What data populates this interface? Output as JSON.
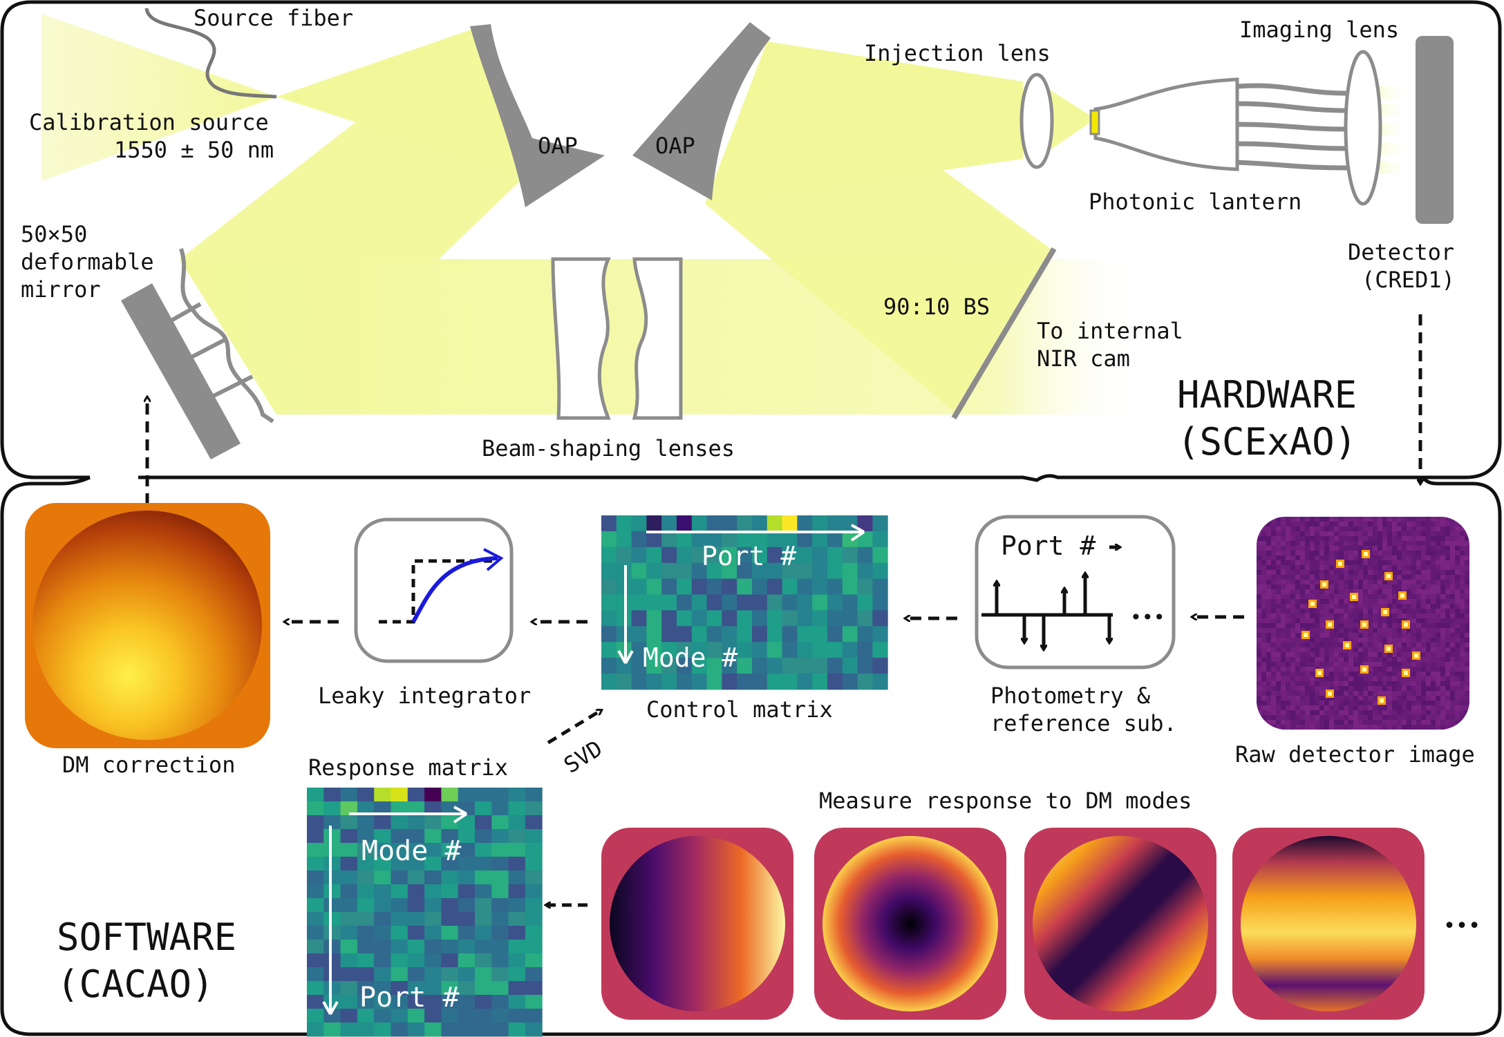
{
  "hardware": {
    "title_line1": "HARDWARE",
    "title_line2": "(SCExAO)",
    "source_fiber": "Source fiber",
    "calibration_source_line1": "Calibration source",
    "calibration_source_line2": "1550 ± 50 nm",
    "dm_line1": "50×50",
    "dm_line2": "deformable",
    "dm_line3": "mirror",
    "oap_left": "OAP",
    "oap_right": "OAP",
    "beam_shaping": "Beam-shaping lenses",
    "injection_lens": "Injection lens",
    "photonic_lantern": "Photonic lantern",
    "imaging_lens": "Imaging lens",
    "detector_line1": "Detector",
    "detector_line2": "(CRED1)",
    "bs": "90:10 BS",
    "to_internal_line1": "To internal",
    "to_internal_line2": "NIR cam"
  },
  "software": {
    "title_line1": "SOFTWARE",
    "title_line2": "(CACAO)",
    "dm_correction": "DM correction",
    "leaky_integrator": "Leaky integrator",
    "control_matrix": "Control matrix",
    "photometry_line1": "Photometry &",
    "photometry_line2": "reference sub.",
    "raw_detector": "Raw detector image",
    "response_matrix": "Response matrix",
    "svd": "SVD",
    "measure_response": "Measure response to DM modes",
    "port_label": "Port #",
    "mode_label": "Mode #",
    "ellipsis": "•••"
  },
  "colors": {
    "beam": "#f4f9a6",
    "optic_gray": "#8c8c8c",
    "frame": "#111111",
    "integrator_curve": "#1a1adc",
    "matrix_base": "#2f8d8a",
    "viridis_teal": "#21918c",
    "inferno_bg": "#c0395a",
    "detector_bg": "#6b1d7a",
    "dm_orange": "#e6780a"
  },
  "icons": [
    "source-fiber-icon",
    "oap-mirror-icon",
    "deformable-mirror-icon",
    "lens-icon",
    "photonic-lantern-icon",
    "detector-icon",
    "beamsplitter-icon",
    "integrator-step-icon",
    "photometry-arrows-icon",
    "flow-arrow-icon"
  ]
}
